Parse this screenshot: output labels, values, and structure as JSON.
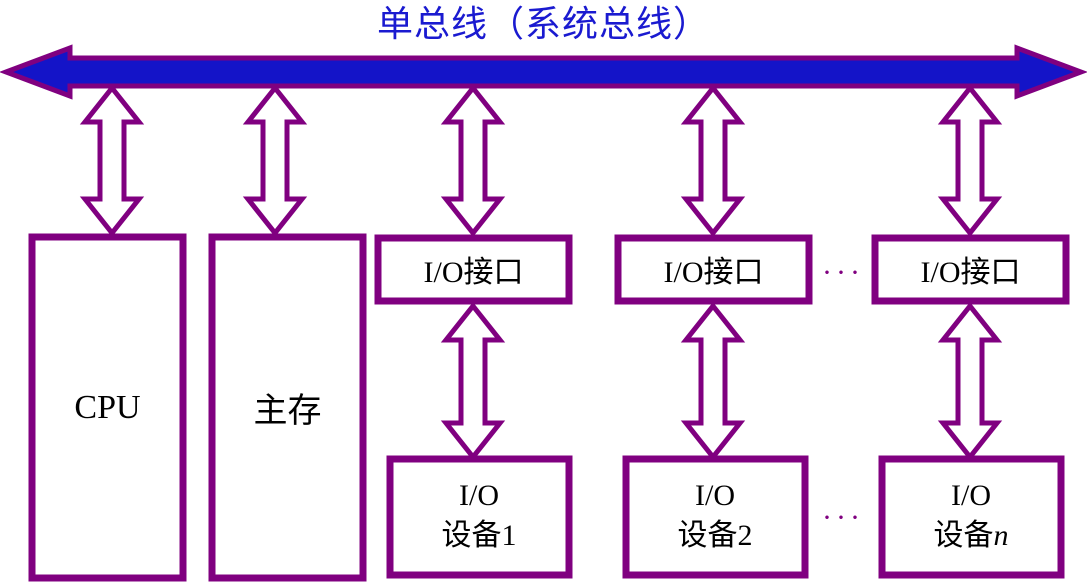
{
  "diagram": {
    "title": "单总线（系统总线）",
    "colors": {
      "bus_fill": "#1414c8",
      "outline": "#800080",
      "title_text": "#1a1ad0",
      "box_fill": "#ffffff",
      "label_text": "#000000",
      "background": "#ffffff"
    },
    "bus": {
      "name": "system-bus",
      "label": "单总线（系统总线）",
      "direction": "bidirectional"
    },
    "connectors": [
      {
        "name": "cpu-bus-link",
        "direction": "bidirectional"
      },
      {
        "name": "memory-bus-link",
        "direction": "bidirectional"
      },
      {
        "name": "io-interface-1-bus-link",
        "direction": "bidirectional"
      },
      {
        "name": "io-interface-2-bus-link",
        "direction": "bidirectional"
      },
      {
        "name": "io-interface-n-bus-link",
        "direction": "bidirectional"
      },
      {
        "name": "io-interface-1-device-1-link",
        "direction": "bidirectional"
      },
      {
        "name": "io-interface-2-device-2-link",
        "direction": "bidirectional"
      },
      {
        "name": "io-interface-n-device-n-link",
        "direction": "bidirectional"
      }
    ],
    "nodes": {
      "cpu": {
        "label": "CPU"
      },
      "memory": {
        "label": "主存"
      },
      "io_interfaces": [
        {
          "label": "I/O接口"
        },
        {
          "label": "I/O接口"
        },
        {
          "label": "I/O接口"
        }
      ],
      "io_devices": [
        {
          "line1": "I/O",
          "line2_prefix": "设备",
          "line2_suffix": "1",
          "suffix_italic": false
        },
        {
          "line1": "I/O",
          "line2_prefix": "设备",
          "line2_suffix": "2",
          "suffix_italic": false
        },
        {
          "line1": "I/O",
          "line2_prefix": "设备",
          "line2_suffix": "n",
          "suffix_italic": true
        }
      ]
    },
    "ellipsis": {
      "top": "···",
      "bottom": "···"
    }
  }
}
